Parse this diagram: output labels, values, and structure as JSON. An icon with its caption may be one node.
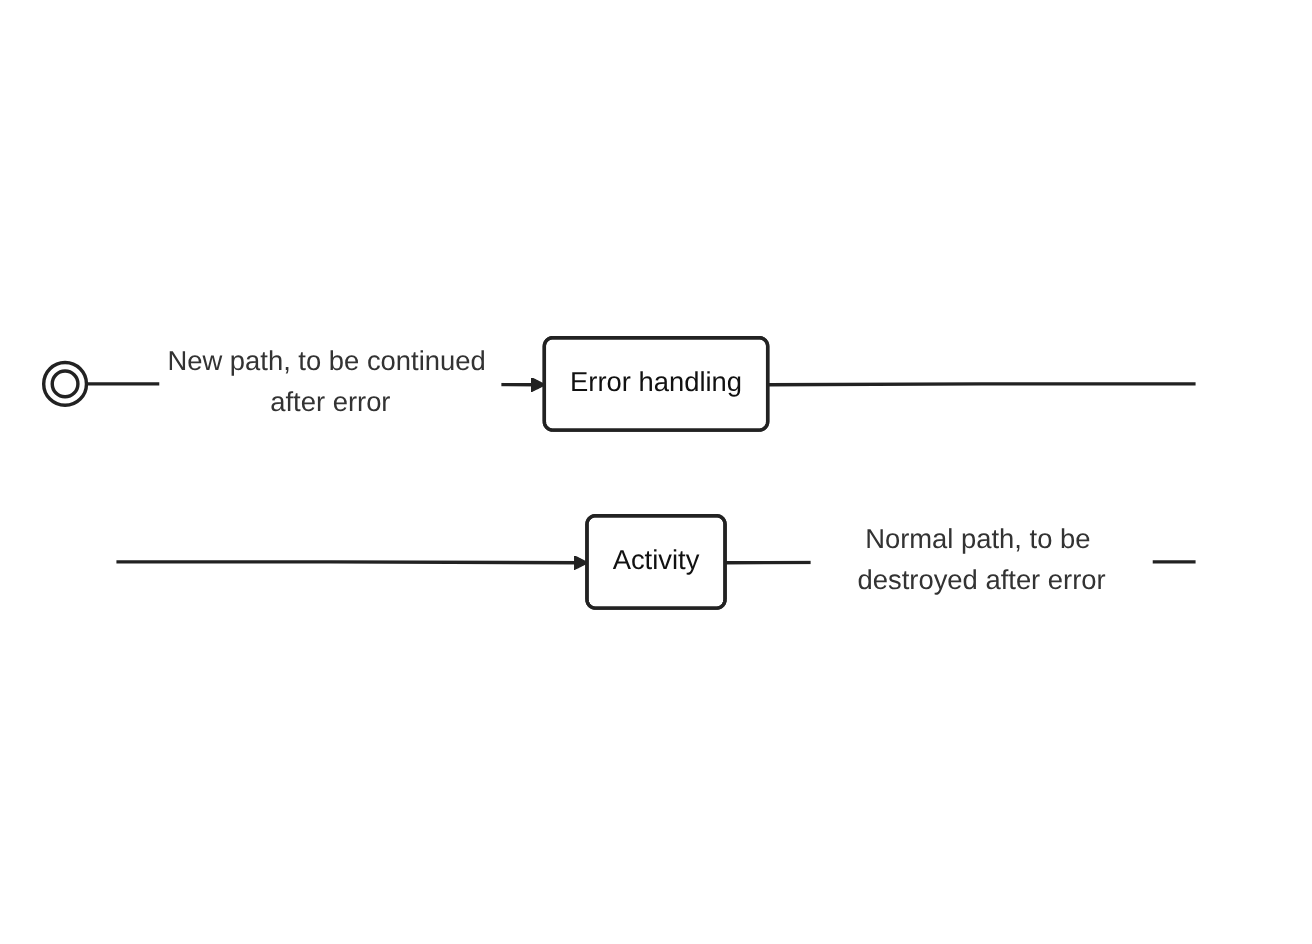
{
  "diagram": {
    "nodes": [
      {
        "text": [
          "Activity"
        ]
      },
      {
        "text": [],
        "shape": "circle"
      },
      {
        "text": [
          "Error handling"
        ]
      }
    ],
    "edges": [
      {
        "from": null,
        "to": 0,
        "arrow": "to"
      },
      {
        "from": 0,
        "to": null,
        "arrow": "none",
        "label": "Normal path, to be destroyed after error"
      },
      {
        "from": 1,
        "to": 2,
        "arrow": "to",
        "label": "New path, to be continued after error"
      },
      {
        "from": 2,
        "to": null,
        "arrow": "none"
      }
    ]
  }
}
